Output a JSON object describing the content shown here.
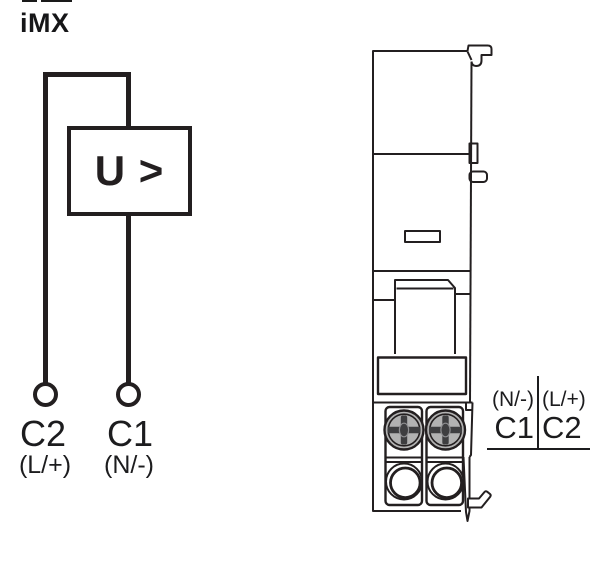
{
  "page": {
    "title": "iMX"
  },
  "colors": {
    "line": "#231f20",
    "screw_fill": "#b2b2b2",
    "screw_slot": "#3e3e40"
  },
  "schematic": {
    "relay_label": "U >",
    "terminals": [
      {
        "id": "C2",
        "polarity": "(L/+)"
      },
      {
        "id": "C1",
        "polarity": "(N/-)"
      }
    ]
  },
  "device": {
    "terminal_labels": {
      "left": {
        "polarity": "(N/-)",
        "id": "C1"
      },
      "right": {
        "polarity": "(L/+)",
        "id": "C2"
      }
    }
  }
}
